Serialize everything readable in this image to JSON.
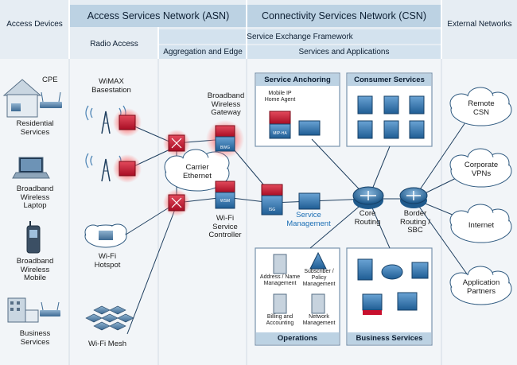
{
  "header": {
    "access_devices": "Access Devices",
    "asn": "Access Services Network (ASN)",
    "csn": "Connectivity Services Network (CSN)",
    "external_networks": "External Networks",
    "radio_access": "Radio Access",
    "service_exchange": "Service Exchange Framework",
    "aggregation_edge": "Aggregation and Edge",
    "services_applications": "Services and Applications"
  },
  "devices": {
    "cpe": "CPE",
    "residential": [
      "Residential",
      "Services"
    ],
    "laptop": [
      "Broadband",
      "Wireless",
      "Laptop"
    ],
    "mobile": [
      "Broadband",
      "Wireless",
      "Mobile"
    ],
    "business": [
      "Business",
      "Services"
    ]
  },
  "radio": {
    "wimax": [
      "WiMAX",
      "Basestation"
    ],
    "wifi_hotspot": [
      "Wi-Fi",
      "Hotspot"
    ],
    "wifi_mesh": "Wi-Fi Mesh"
  },
  "aggregation": {
    "carrier_ethernet": [
      "Carrier",
      "Ethernet"
    ],
    "bwg": [
      "Broadband",
      "Wireless",
      "Gateway"
    ],
    "wsc": [
      "Wi-Fi",
      "Service",
      "Controller"
    ],
    "bwg_tag": "BWG",
    "wsc_tag": "WSM"
  },
  "services": {
    "service_anchoring": "Service Anchoring",
    "mobile_ip": [
      "Mobile IP",
      "Home Agent"
    ],
    "mip_tag": "MIP-HA",
    "isg_tag": "ISG",
    "consumer_services": "Consumer Services",
    "service_management": [
      "Service",
      "Management"
    ],
    "core_routing": [
      "Core",
      "Routing"
    ],
    "border_routing": [
      "Border",
      "Routing /",
      "SBC"
    ],
    "operations": "Operations",
    "address_mgmt": [
      "Address / Name",
      "Management"
    ],
    "subscriber_mgmt": [
      "Subscriber /",
      "Policy",
      "Management"
    ],
    "billing": [
      "Billing and",
      "Accounting"
    ],
    "network_mgmt": [
      "Network",
      "Management"
    ],
    "business_services": "Business Services"
  },
  "external": {
    "remote_csn": [
      "Remote",
      "CSN"
    ],
    "corporate_vpns": [
      "Corporate",
      "VPNs"
    ],
    "internet": "Internet",
    "partners": [
      "Application",
      "Partners"
    ]
  },
  "colors": {
    "header_blue": "#bcd2e3",
    "subheader_blue": "#d3e2ee",
    "line": "#1f3f5f",
    "red": "#c8102e",
    "accent_blue": "#1c6fb5"
  }
}
